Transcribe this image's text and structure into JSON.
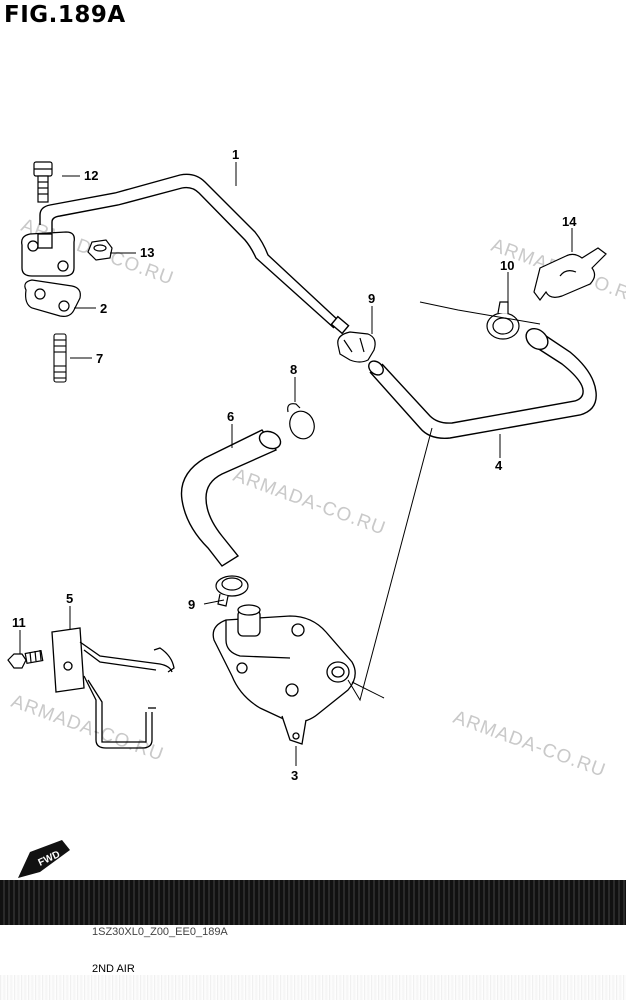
{
  "figure": {
    "title": "FIG.189A",
    "caption": "2ND AIR",
    "code": "1SZ30XL0_Z00_EE0_189A",
    "fwd_label": "FWD"
  },
  "watermark": "ARMADA-CO.RU",
  "callouts": {
    "c1": "1",
    "c2": "2",
    "c3": "3",
    "c4": "4",
    "c5": "5",
    "c6": "6",
    "c7": "7",
    "c8": "8",
    "c9a": "9",
    "c9b": "9",
    "c10": "10",
    "c11": "11",
    "c12": "12",
    "c13": "13",
    "c14": "14"
  }
}
